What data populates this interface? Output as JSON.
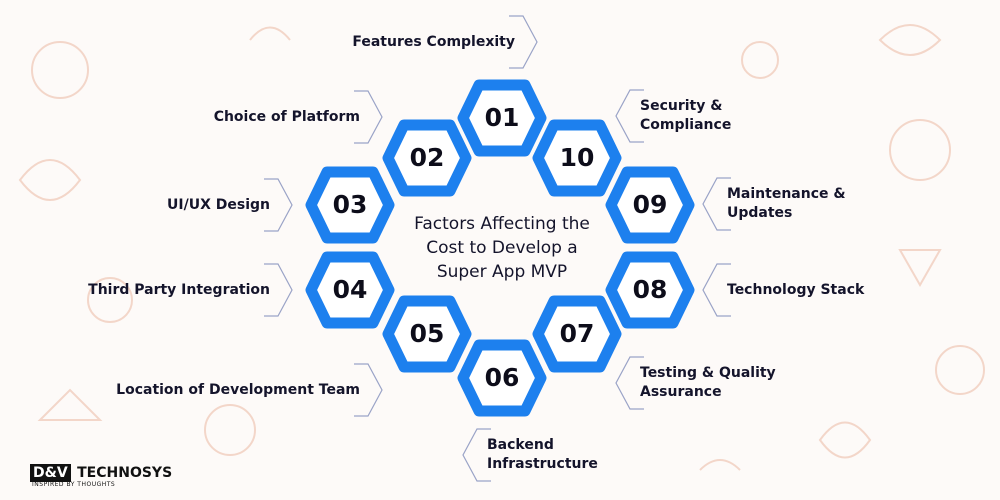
{
  "colors": {
    "hex_stroke": "#1d80ee",
    "hex_fill": "#ffffff",
    "connector": "#9aa3c7",
    "text": "#14142b",
    "doodle": "#f3d6c9"
  },
  "diagram": {
    "title": "Factors Affecting the Cost to Develop a Super App MVP",
    "title_lines": [
      "Factors Affecting the",
      "Cost to Develop a",
      "Super App MVP"
    ],
    "factors": [
      {
        "num": "01",
        "lines": [
          "Features Complexity"
        ]
      },
      {
        "num": "02",
        "lines": [
          "Choice of Platform"
        ]
      },
      {
        "num": "03",
        "lines": [
          "UI/UX Design"
        ]
      },
      {
        "num": "04",
        "lines": [
          "Third Party Integration"
        ]
      },
      {
        "num": "05",
        "lines": [
          "Location of Development Team"
        ]
      },
      {
        "num": "06",
        "lines": [
          "Backend",
          "Infrastructure"
        ]
      },
      {
        "num": "07",
        "lines": [
          "Testing & Quality",
          "Assurance"
        ]
      },
      {
        "num": "08",
        "lines": [
          "Technology Stack"
        ]
      },
      {
        "num": "09",
        "lines": [
          "Maintenance &",
          "Updates"
        ]
      },
      {
        "num": "10",
        "lines": [
          "Security &",
          "Compliance"
        ]
      }
    ]
  },
  "logo": {
    "mark": "D&V",
    "name": "TECHNOSYS",
    "tagline": "INSPIRED BY THOUGHTS"
  }
}
